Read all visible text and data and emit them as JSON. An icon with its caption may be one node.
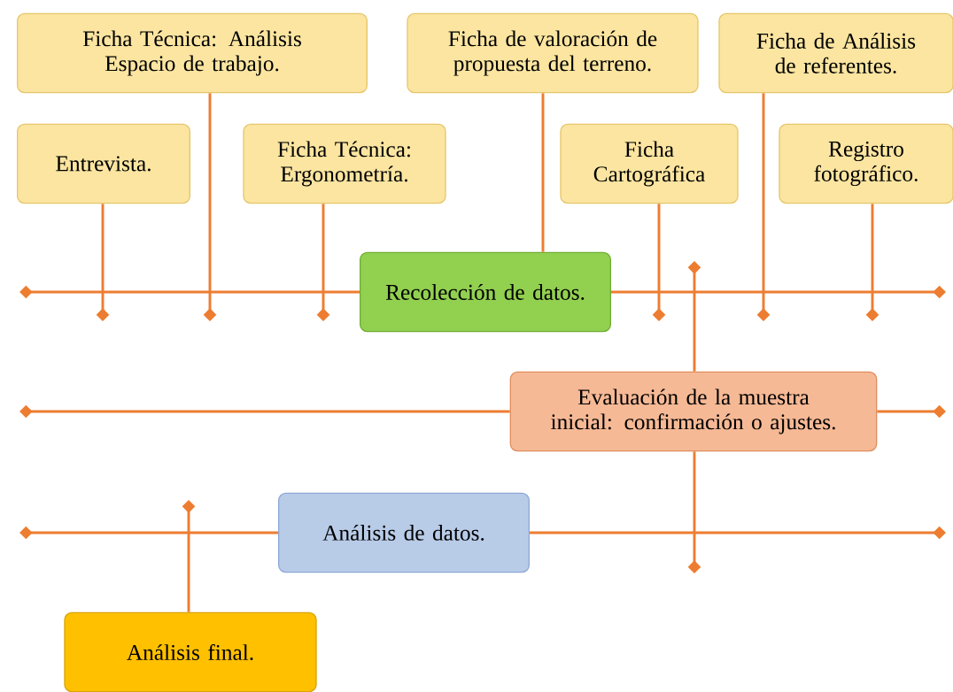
{
  "diagram": {
    "nodes": [
      {
        "text": [
          "Ficha Técnica: Análisis Espacio de trabajo."
        ]
      },
      {
        "text": [
          "Ficha de valoración de propuesta del terreno."
        ]
      },
      {
        "text": [
          "Ficha de Análisis de referentes."
        ]
      },
      {
        "text": [
          "Entrevista."
        ]
      },
      {
        "text": [
          "Ficha Técnica: Ergonometría."
        ]
      },
      {
        "text": [
          "Ficha Cartográfica"
        ]
      },
      {
        "text": [
          "Registro fotográfico."
        ]
      },
      {
        "text": [
          "Recolección de datos."
        ]
      },
      {
        "text": [
          "Evaluación de la muestra inicial: confirmación o ajustes."
        ]
      },
      {
        "text": [
          "Análisis de datos."
        ]
      },
      {
        "text": [
          "Análisis final."
        ]
      }
    ],
    "edges": [
      {
        "from": 0,
        "to": null,
        "arrow": "other"
      },
      {
        "from": 3,
        "to": null,
        "arrow": "other"
      },
      {
        "from": 4,
        "to": null,
        "arrow": "other"
      },
      {
        "from": 1,
        "to": 7,
        "arrow": "none"
      },
      {
        "from": 5,
        "to": null,
        "arrow": "other"
      },
      {
        "from": 2,
        "to": null,
        "arrow": "other"
      },
      {
        "from": 6,
        "to": null,
        "arrow": "other"
      },
      {
        "from": null,
        "to": 7,
        "arrow": "other"
      },
      {
        "from": 7,
        "to": null,
        "arrow": "other"
      },
      {
        "from": null,
        "to": 8,
        "arrow": "other"
      },
      {
        "from": 8,
        "to": null,
        "arrow": "other"
      },
      {
        "from": null,
        "to": 9,
        "arrow": "other"
      },
      {
        "from": 9,
        "to": null,
        "arrow": "other"
      },
      {
        "from": null,
        "to": 8,
        "arrow": "other"
      },
      {
        "from": 8,
        "to": null,
        "arrow": "other"
      },
      {
        "from": null,
        "to": 10,
        "arrow": "other"
      }
    ]
  }
}
